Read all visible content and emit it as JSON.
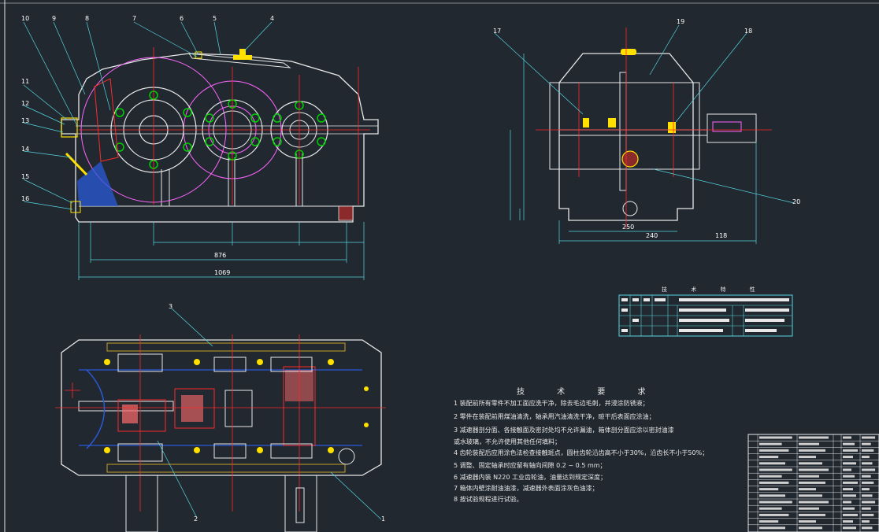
{
  "balloons": [
    "1",
    "2",
    "3",
    "4",
    "5",
    "6",
    "7",
    "8",
    "9",
    "10",
    "11",
    "12",
    "13",
    "14",
    "15",
    "16",
    "17",
    "18",
    "19",
    "20"
  ],
  "dimensions": {
    "front_total": "1069",
    "front_span": "876",
    "side_left": "240",
    "side_mid": "250",
    "side_right": "118"
  },
  "spec_table": {
    "title": "技 术 特 性"
  },
  "requirements": {
    "title": "技 术 要 求",
    "items": [
      "1 装配前所有零件不加工面应洗干净，除去毛边毛刺，并浸涂防锈液；",
      "2 零件在装配前用煤油清洗，轴承用汽油清洗干净，晾干后表面应涂油；",
      "3 减速器剖分面、各接触面及密封处均不允许漏油，箱体剖分面应涂以密封油漆",
      "   或水玻璃，不允许使用其他任何填料；",
      "4 齿轮装配后应用涂色法检查接触斑点，圆柱齿轮沿齿高不小于30%，沿齿长不小于50%；",
      "5 调整、固定轴承时应留有轴向间隙 0.2 ~ 0.5 mm；",
      "6 减速器内装 N220 工业齿轮油，油量达到规定深度；",
      "7 箱体内壁涂耐油油漆，减速器外表面涂灰色油漆；",
      "8 按试验规程进行试验。"
    ]
  },
  "colors": {
    "background": "#212830",
    "outline": "#e8e8e8",
    "center_line": "#ff2a2a",
    "leader": "#56d6e0",
    "hidden": "#ff66ff",
    "seal": "#ffe000",
    "bolt": "#00d000",
    "hatch": "#2a5ad8",
    "flange": "#c8a028"
  }
}
